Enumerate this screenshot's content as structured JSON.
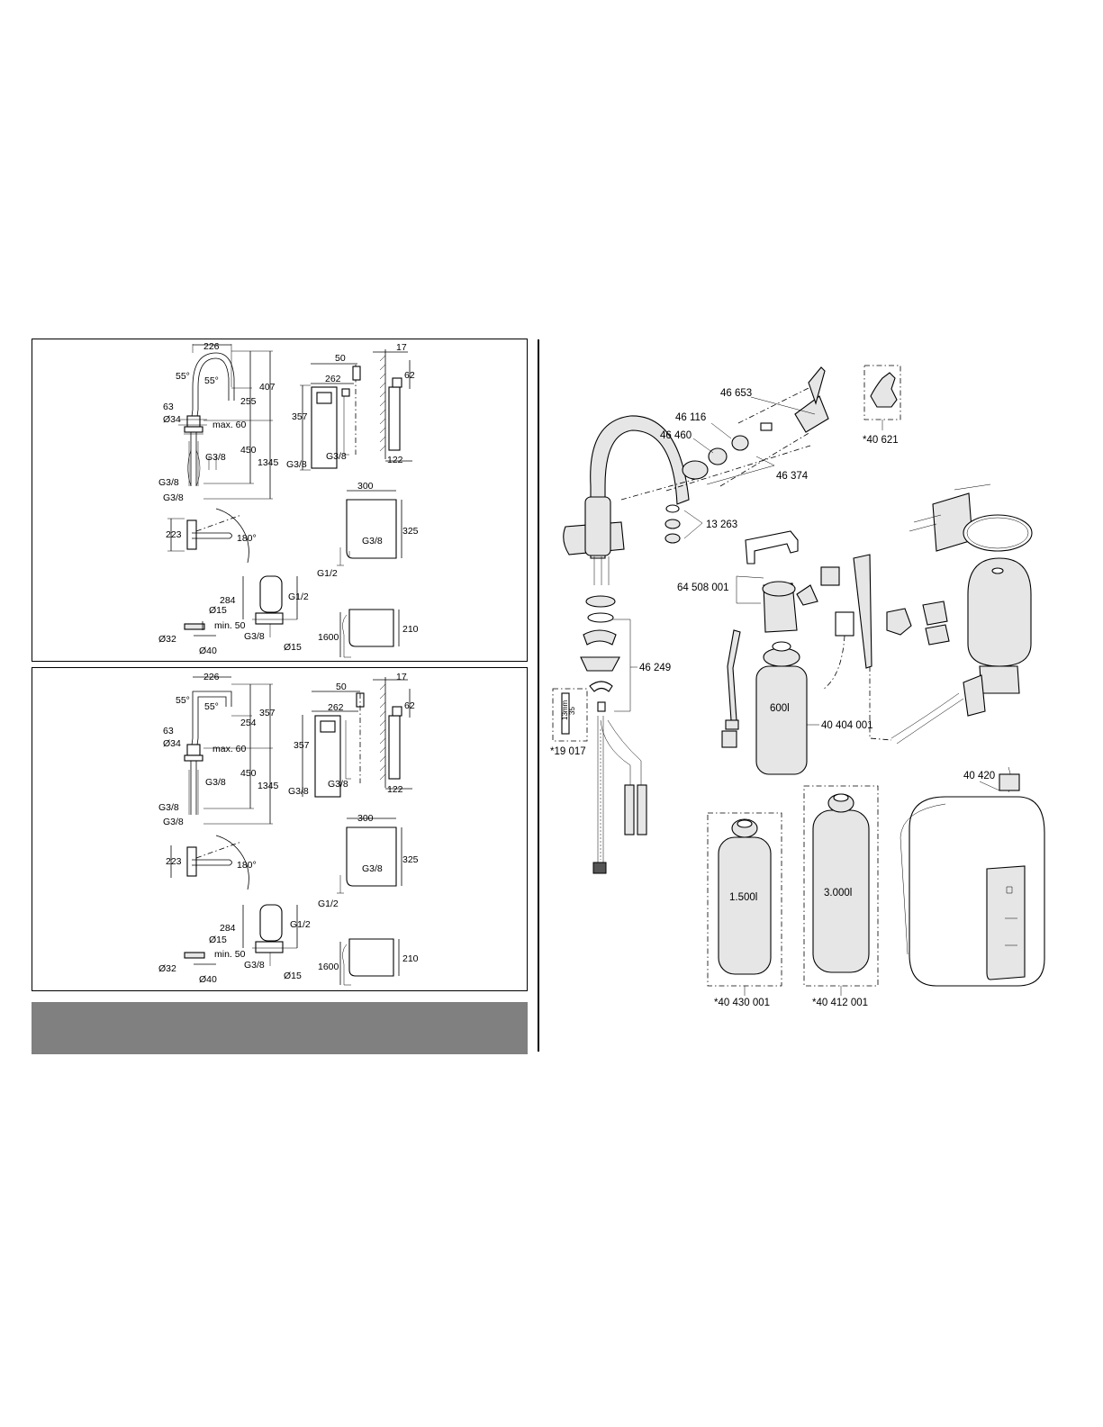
{
  "dimension_panels": [
    {
      "faucet": {
        "w226": "226",
        "a55l": "55°",
        "a55r": "55°",
        "h407": "407",
        "h255": "255",
        "d63": "63",
        "d34": "Ø34",
        "max60": "max. 60",
        "h450": "450",
        "h1345": "1345",
        "g38a": "G3/8",
        "g38b": "G3/8",
        "g38c": "G3/8"
      },
      "swivel": {
        "h223": "223",
        "angle": "180°"
      },
      "filter": {
        "w50": "50",
        "w262": "262",
        "h357": "357",
        "g38a": "G3/8",
        "g38b": "G3/8",
        "w17": "17",
        "w62": "62",
        "w122": "122"
      },
      "boiler": {
        "w300": "300",
        "h325": "325",
        "g38": "G3/8",
        "g12": "G1/2"
      },
      "tank": {
        "h284": "284",
        "g12": "G1/2",
        "d15a": "Ø15",
        "min50": "min. 50",
        "d32": "Ø32",
        "g38": "G3/8",
        "d40": "Ø40",
        "d15b": "Ø15"
      },
      "cable": {
        "l1600": "1600",
        "h210": "210"
      }
    },
    {
      "faucet": {
        "w226": "226",
        "a55l": "55°",
        "a55r": "55°",
        "h357": "357",
        "h254": "254",
        "d63": "63",
        "d34": "Ø34",
        "max60": "max. 60",
        "h450": "450",
        "h1345": "1345",
        "g38a": "G3/8",
        "g38b": "G3/8",
        "g38c": "G3/8"
      },
      "swivel": {
        "h223": "223",
        "angle": "180°"
      },
      "filter": {
        "w50": "50",
        "w262": "262",
        "h357": "357",
        "g38a": "G3/8",
        "g38b": "G3/8",
        "w17": "17",
        "w62": "62",
        "w122": "122"
      },
      "boiler": {
        "w300": "300",
        "h325": "325",
        "g38": "G3/8",
        "g12": "G1/2"
      },
      "tank": {
        "h284": "284",
        "g12": "G1/2",
        "d15a": "Ø15",
        "min50": "min. 50",
        "d32": "Ø32",
        "g38": "G3/8",
        "d40": "Ø40",
        "d15b": "Ø15"
      },
      "cable": {
        "l1600": "1600",
        "h210": "210"
      }
    }
  ],
  "parts": {
    "p46653": "46 653",
    "p46116": "46 116",
    "p46460": "46 460",
    "p46374": "46 374",
    "p40621": "*40 621",
    "p13263": "13 263",
    "p64508001": "64 508 001",
    "p46249": "46 249",
    "p19017": "*19 017",
    "p40404001": "40 404 001",
    "p40420": "40 420",
    "p40430001": "*40 430 001",
    "p40412001": "*40 412 001",
    "filter600": "600l",
    "filter1500": "1.500l",
    "filter3000": "3.000l",
    "gauge13mm": "13mm",
    "gauge35": "35"
  },
  "colors": {
    "gray_bar": "#808080",
    "line": "#000000"
  }
}
